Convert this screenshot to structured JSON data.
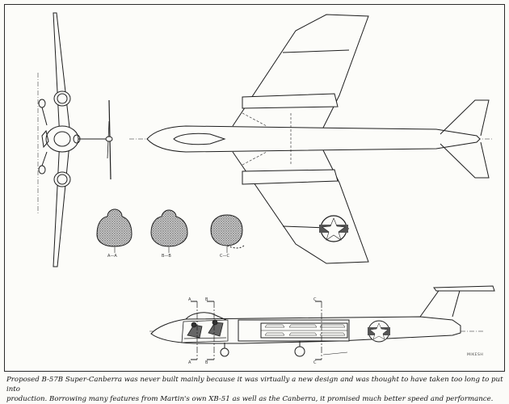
{
  "caption": {
    "line1": "Proposed B-57B Super-Canberra was never built mainly because it was virtually a new design and was thought to have taken too long to put into",
    "line2": "production. Borrowing many features from Martin's own XB-51 as well as the Canberra, it promised much better speed and performance."
  },
  "section_labels": {
    "a": "A—A",
    "b": "B—B",
    "c": "C—C"
  },
  "cut_markers": {
    "a_top": "A",
    "b_top": "B",
    "c_top": "C",
    "a_bottom": "A",
    "b_bottom": "B",
    "c_bottom": "C"
  },
  "artist_signature": "MIKESH",
  "colors": {
    "ink": "#1e1e1e",
    "paper": "#fcfcf9",
    "stipple": "#8a8a8a"
  }
}
